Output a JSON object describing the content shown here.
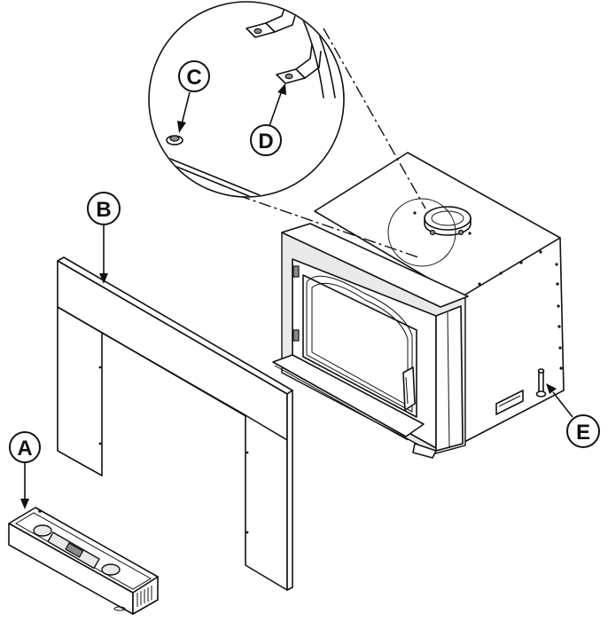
{
  "callouts": {
    "a": "A",
    "b": "B",
    "c": "C",
    "d": "D",
    "e": "E"
  },
  "colors": {
    "line": "#111111",
    "background": "#ffffff",
    "shade": "#e9e9e9"
  }
}
